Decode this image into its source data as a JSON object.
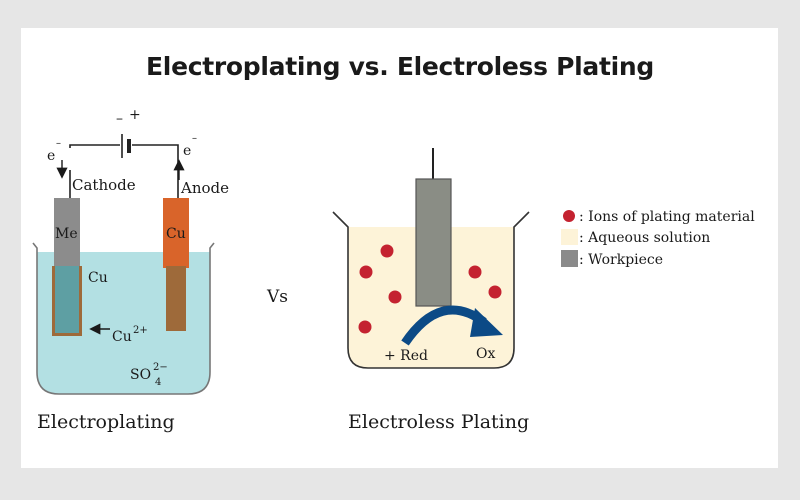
{
  "title": "Electroplating vs. Electroless Plating",
  "colors": {
    "copper": "#d9642a",
    "copper_dark": "#9e6a3a",
    "metal_grey": "#8c8c8c",
    "solution_blue": "#b3e0e3",
    "aqueous": "#fdf3d8",
    "ion_red": "#c42230",
    "arrow_blue": "#0c4a86"
  },
  "electroplating": {
    "caption": "Electroplating",
    "battery_minus": "–",
    "battery_plus": "+",
    "electron_left": "e",
    "electron_right": "e",
    "electron_charge": "–",
    "cathode_label": "Cathode",
    "anode_label": "Anode",
    "cathode_metal": "Me",
    "anode_metal": "Cu",
    "deposit_label": "Cu",
    "ion_label": "Cu",
    "ion_charge": "2+",
    "sulfate_label": "SO",
    "sulfate_charge": "2−",
    "sulfate_subscript": "4"
  },
  "vs_label": "Vs",
  "electroless": {
    "caption": "Electroless Plating",
    "red_label": "+ Red",
    "ox_label": "Ox"
  },
  "legend": [
    {
      "text": ": Ions of plating material",
      "icon": "red-dot"
    },
    {
      "text": ": Aqueous solution",
      "icon": "cream-square"
    },
    {
      "text": ": Workpiece",
      "icon": "grey-square"
    }
  ]
}
